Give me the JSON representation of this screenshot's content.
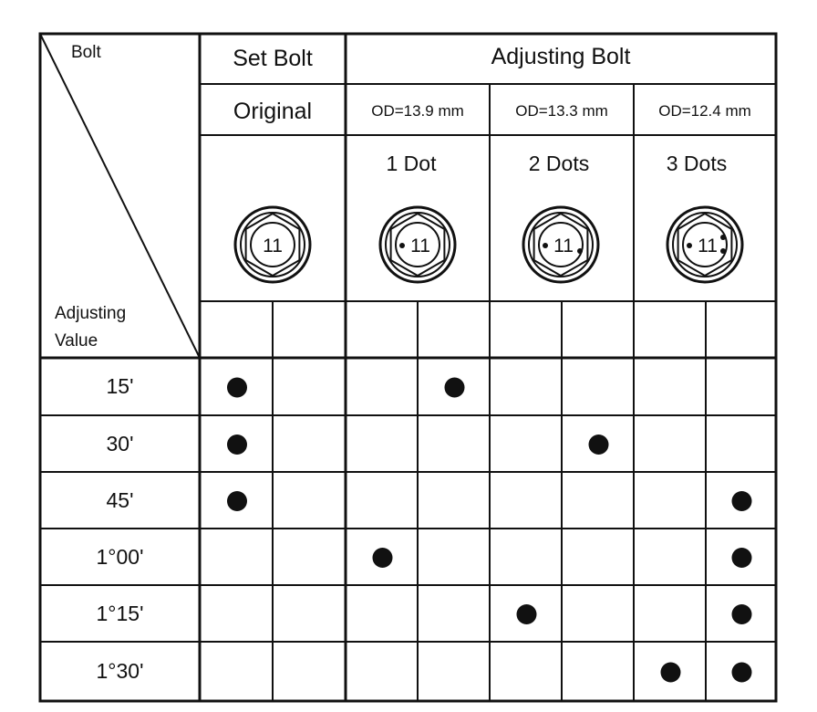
{
  "header": {
    "bolt": "Bolt",
    "adjusting_value_line1": "Adjusting",
    "adjusting_value_line2": "Value",
    "set_bolt": "Set Bolt",
    "adjusting_bolt": "Adjusting Bolt",
    "original": "Original"
  },
  "bolt_types": [
    {
      "od": "",
      "label": "",
      "head_text": "11",
      "dots": 0
    },
    {
      "od": "OD=13.9 mm",
      "label": "1 Dot",
      "head_text": "11",
      "dots": 1
    },
    {
      "od": "OD=13.3 mm",
      "label": "2 Dots",
      "head_text": "11",
      "dots": 2
    },
    {
      "od": "OD=12.4 mm",
      "label": "3 Dots",
      "head_text": "11",
      "dots": 3
    }
  ],
  "rows": [
    {
      "value": "15'",
      "marks": [
        1,
        0,
        0,
        1,
        0,
        0,
        0,
        0
      ]
    },
    {
      "value": "30'",
      "marks": [
        1,
        0,
        0,
        0,
        0,
        1,
        0,
        0
      ]
    },
    {
      "value": "45'",
      "marks": [
        1,
        0,
        0,
        0,
        0,
        0,
        0,
        1
      ]
    },
    {
      "value": "1°00'",
      "marks": [
        0,
        0,
        1,
        0,
        0,
        0,
        0,
        1
      ]
    },
    {
      "value": "1°15'",
      "marks": [
        0,
        0,
        0,
        0,
        1,
        0,
        0,
        1
      ]
    },
    {
      "value": "1°30'",
      "marks": [
        0,
        0,
        0,
        0,
        0,
        0,
        1,
        1
      ]
    }
  ]
}
